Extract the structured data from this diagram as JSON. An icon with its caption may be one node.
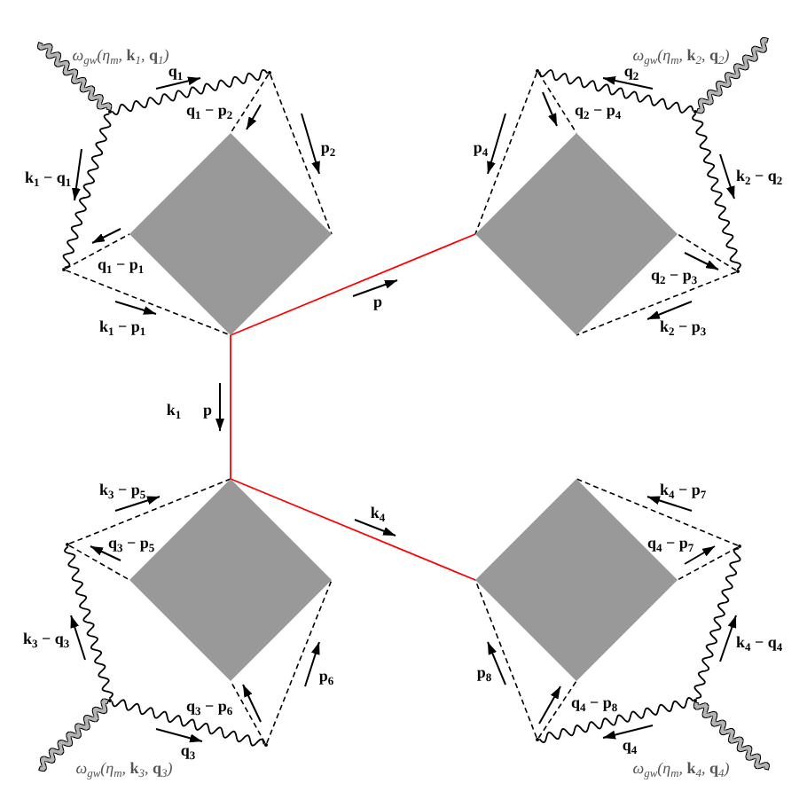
{
  "diagram": {
    "nodes": [
      {
        "text": [],
        "shape": "diamond"
      },
      {
        "text": [],
        "shape": "dot"
      },
      {
        "text": [],
        "shape": "dot"
      },
      {
        "text": [],
        "shape": "dot"
      },
      {
        "text": [],
        "shape": "diamond"
      },
      {
        "text": [],
        "shape": "dot"
      },
      {
        "text": [],
        "shape": "dot"
      },
      {
        "text": [],
        "shape": "dot"
      },
      {
        "text": [],
        "shape": "diamond"
      },
      {
        "text": [],
        "shape": "dot"
      },
      {
        "text": [],
        "shape": "dot"
      },
      {
        "text": [],
        "shape": "dot"
      },
      {
        "text": [],
        "shape": "diamond"
      },
      {
        "text": [],
        "shape": "dot"
      },
      {
        "text": [],
        "shape": "dot"
      },
      {
        "text": [],
        "shape": "dot"
      }
    ],
    "edges": [
      {
        "from": null,
        "to": 1,
        "arrow": "none",
        "style": "thick",
        "label": "ω$_{gw}$(η$_{m}$, **k**$_{1}$, **q**$_{1}$)"
      },
      {
        "from": 1,
        "to": 2,
        "arrow": "none",
        "label": "q$_{1}$"
      },
      {
        "from": 1,
        "to": 3,
        "arrow": "none",
        "label": "k$_{1}$ − q$_{1}$"
      },
      {
        "from": 2,
        "to": 0,
        "arrow": "none",
        "style": "dashed",
        "label": "q$_{1}$ − p$_{2}$"
      },
      {
        "from": 2,
        "to": 0,
        "arrow": "none",
        "style": "dashed",
        "label": "p$_{2}$"
      },
      {
        "from": 3,
        "to": 0,
        "arrow": "none",
        "style": "dashed",
        "label": "q$_{1}$ − p$_{1}$"
      },
      {
        "from": 3,
        "to": 0,
        "arrow": "none",
        "style": "dashed",
        "label": "k$_{1}$ − p$_{1}$"
      },
      {
        "from": null,
        "to": 5,
        "arrow": "none",
        "style": "thick",
        "label": "ω$_{gw}$(η$_{m}$, **k**$_{2}$, **q**$_{2}$)"
      },
      {
        "from": 5,
        "to": 6,
        "arrow": "none",
        "label": "q$_{2}$"
      },
      {
        "from": 5,
        "to": 7,
        "arrow": "none",
        "label": "k$_{2}$ − q$_{2}$"
      },
      {
        "from": 6,
        "to": 4,
        "arrow": "none",
        "style": "dashed",
        "label": "q$_{2}$ − p$_{4}$"
      },
      {
        "from": 6,
        "to": 4,
        "arrow": "none",
        "style": "dashed",
        "label": "p$_{4}$"
      },
      {
        "from": 7,
        "to": 4,
        "arrow": "none",
        "style": "dashed",
        "label": "q$_{2}$ − p$_{3}$"
      },
      {
        "from": 7,
        "to": 4,
        "arrow": "none",
        "style": "dashed",
        "label": "k$_{2}$ − p$_{3}$"
      },
      {
        "from": null,
        "to": 9,
        "arrow": "none",
        "style": "thick",
        "label": "ω$_{gw}$(η$_{m}$, **k**$_{3}$, **q**$_{3}$)"
      },
      {
        "from": 9,
        "to": 10,
        "arrow": "none",
        "label": "q$_{3}$"
      },
      {
        "from": 9,
        "to": 11,
        "arrow": "none",
        "label": "k$_{3}$ − q$_{3}$"
      },
      {
        "from": 10,
        "to": 8,
        "arrow": "none",
        "style": "dashed",
        "label": "q$_{3}$ − p$_{6}$"
      },
      {
        "from": 10,
        "to": 8,
        "arrow": "none",
        "style": "dashed",
        "label": "p$_{6}$"
      },
      {
        "from": 11,
        "to": 8,
        "arrow": "none",
        "style": "dashed",
        "label": "q$_{3}$ − p$_{5}$"
      },
      {
        "from": 11,
        "to": 8,
        "arrow": "none",
        "style": "dashed",
        "label": "k$_{3}$ − p$_{5}$"
      },
      {
        "from": null,
        "to": 13,
        "arrow": "none",
        "style": "thick",
        "label": "ω$_{gw}$(η$_{m}$, **k**$_{4}$, **q**$_{4}$)"
      },
      {
        "from": 13,
        "to": 14,
        "arrow": "none",
        "label": "q$_{4}$"
      },
      {
        "from": 13,
        "to": 15,
        "arrow": "none",
        "label": "k$_{4}$ − q$_{4}$"
      },
      {
        "from": 14,
        "to": 12,
        "arrow": "none",
        "style": "dashed",
        "label": "q$_{4}$ − p$_{8}$"
      },
      {
        "from": 14,
        "to": 12,
        "arrow": "none",
        "style": "dashed",
        "label": "p$_{8}$"
      },
      {
        "from": 15,
        "to": 12,
        "arrow": "none",
        "style": "dashed",
        "label": "q$_{4}$ − p$_{7}$"
      },
      {
        "from": 15,
        "to": 12,
        "arrow": "none",
        "style": "dashed",
        "label": "k$_{4}$ − p$_{7}$"
      },
      {
        "from": 0,
        "to": 4,
        "arrow": "none",
        "color": "#ff0000",
        "label": "p"
      },
      {
        "from": 0,
        "to": 8,
        "arrow": "none",
        "color": "#ff0000",
        "label": "p"
      },
      {
        "from": 8,
        "to": 12,
        "arrow": "none",
        "color": "#ff0000",
        "label": "k$_{4}$"
      }
    ],
    "labels": [
      "k$_{1}$"
    ]
  }
}
